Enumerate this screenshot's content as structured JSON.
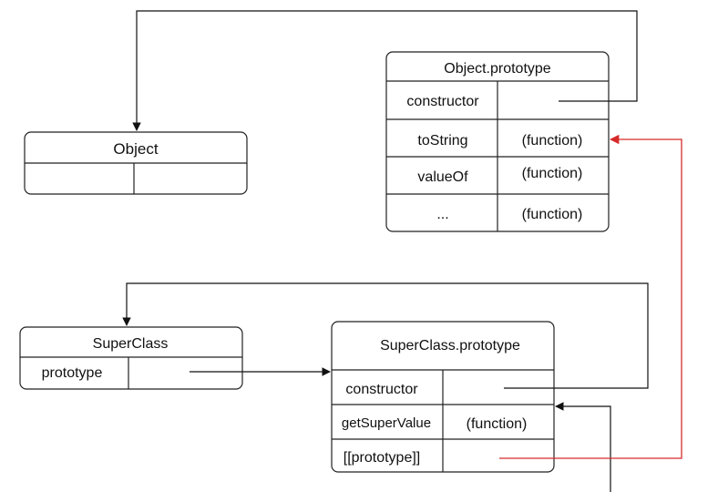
{
  "colors": {
    "line": "#111111",
    "prototype_link": "#d62a2a",
    "box_border": "#222222"
  },
  "object_box": {
    "title": "Object"
  },
  "object_prototype": {
    "title": "Object.prototype",
    "rows": [
      {
        "key": "constructor",
        "value": ""
      },
      {
        "key": "toString",
        "value": "(function)"
      },
      {
        "key": "valueOf",
        "value": "(function)"
      },
      {
        "key": "...",
        "value": "(function)"
      }
    ]
  },
  "superclass_box": {
    "title": "SuperClass",
    "rows": [
      {
        "key": "prototype",
        "value": ""
      }
    ]
  },
  "superclass_prototype": {
    "title": "SuperClass.prototype",
    "rows": [
      {
        "key": "constructor",
        "value": ""
      },
      {
        "key": "getSuperValue",
        "value": "(function)"
      },
      {
        "key": "[[prototype]]",
        "value": ""
      }
    ]
  }
}
